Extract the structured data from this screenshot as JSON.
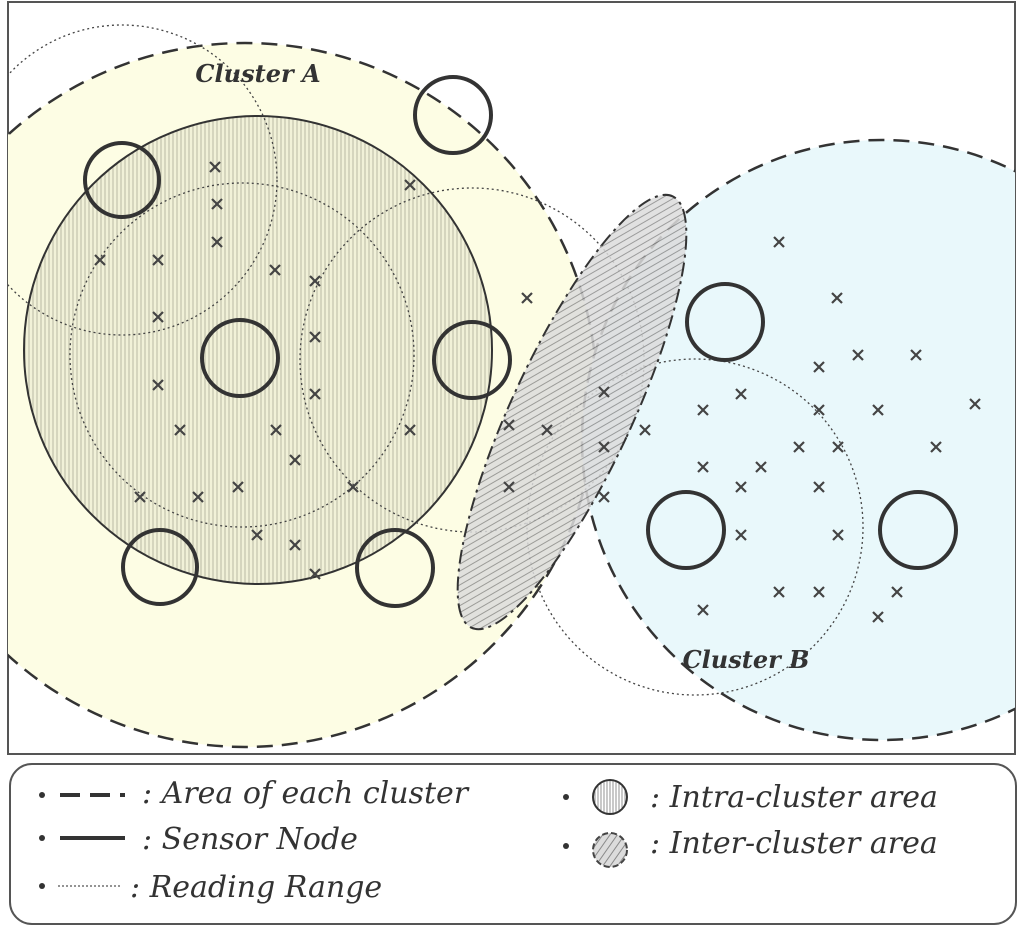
{
  "diagram": {
    "clusters": [
      {
        "label": "Cluster A",
        "fill": "#fdfde4"
      },
      {
        "label": "Cluster B",
        "fill": "#e9f8fb"
      }
    ],
    "marker_symbol": "×",
    "legend": {
      "area_of_each_cluster": ": Area of each cluster",
      "sensor_node": ": Sensor Node",
      "reading_range": ": Reading Range",
      "intra_cluster_area": ": Intra-cluster area",
      "inter_cluster_area": ": Inter-cluster area"
    },
    "colors": {
      "stroke": "#333333",
      "intra_fill": "#e6e6c8",
      "inter_fill": "#cfcfcf"
    }
  }
}
